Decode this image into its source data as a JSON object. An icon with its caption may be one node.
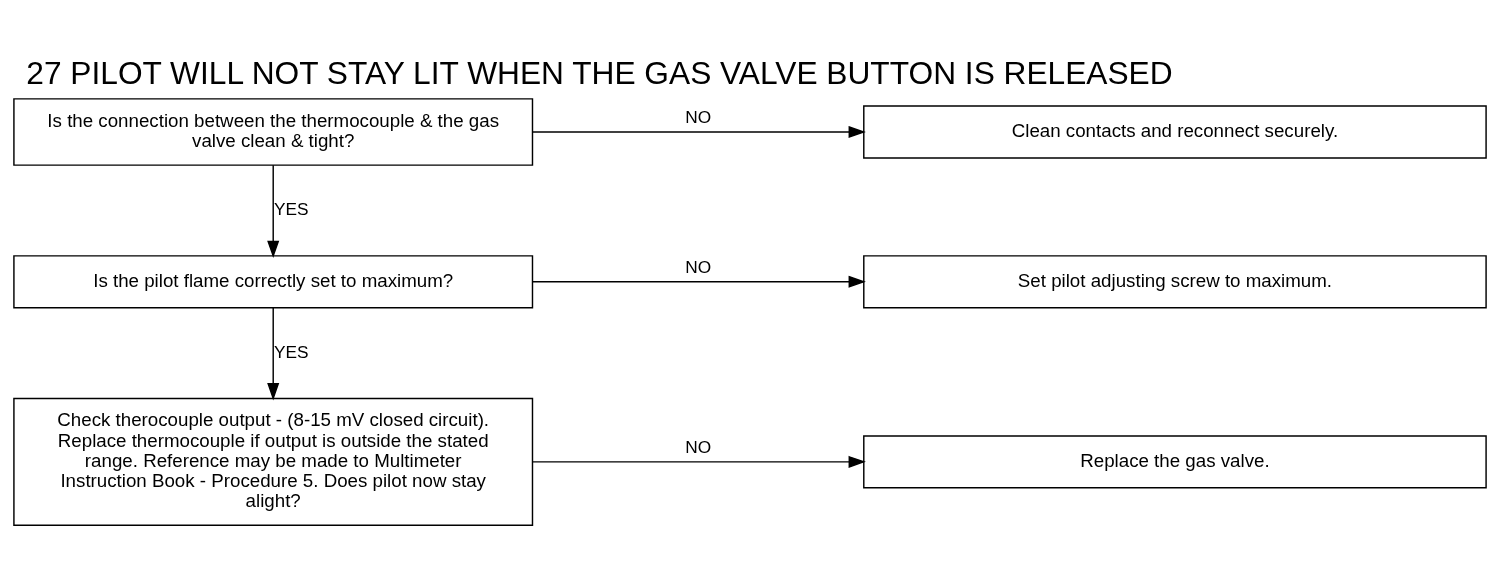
{
  "diagram": {
    "title": "27 PILOT WILL NOT STAY LIT WHEN THE GAS VALVE BUTTON IS RELEASED",
    "nodes": [
      {
        "text": [
          "Is the connection between the thermocouple & the gas valve clean & tight?"
        ]
      },
      {
        "text": [
          "Clean contacts and reconnect securely."
        ]
      },
      {
        "text": [
          "Is the pilot flame correctly set to maximum?"
        ]
      },
      {
        "text": [
          "Set pilot adjusting screw to maximum."
        ]
      },
      {
        "text": [
          "Check therocouple output - (8-15 mV closed circuit). Replace thermocouple if output is outside the stated range. Reference may be made to Multimeter Instruction Book - Procedure 5. Does pilot now stay alight?"
        ]
      },
      {
        "text": [
          "Replace the gas valve."
        ]
      }
    ],
    "edges": [
      {
        "from": 0,
        "to": 1,
        "arrow": "to",
        "label": "NO"
      },
      {
        "from": 0,
        "to": 2,
        "arrow": "to",
        "label": "YES"
      },
      {
        "from": 2,
        "to": 3,
        "arrow": "to",
        "label": "NO"
      },
      {
        "from": 2,
        "to": 4,
        "arrow": "to",
        "label": "YES"
      },
      {
        "from": 4,
        "to": 5,
        "arrow": "to",
        "label": "NO"
      }
    ]
  }
}
